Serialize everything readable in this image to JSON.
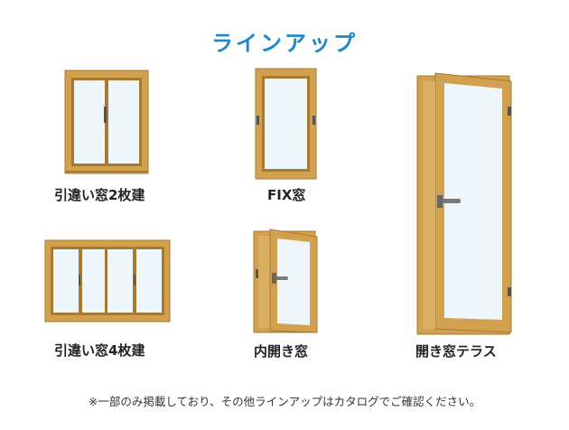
{
  "page": {
    "title": "ラインアップ",
    "note": "※一部のみ掲載しており、その他ラインアップはカタログでご確認ください。"
  },
  "colors": {
    "title": "#1f88c9",
    "frame": "#d2a14f",
    "frame_dark": "#a87a30",
    "glass": "#eef6fb",
    "handle": "#7a7a7a"
  },
  "products": [
    {
      "label": "引違い窓2枚建",
      "icon": "sliding-window-2-pane-icon"
    },
    {
      "label": "FIX窓",
      "icon": "fixed-window-icon"
    },
    {
      "label": "開き窓テラス",
      "icon": "terrace-casement-door-icon"
    },
    {
      "label": "引違い窓4枚建",
      "icon": "sliding-window-4-pane-icon"
    },
    {
      "label": "内開き窓",
      "icon": "inward-opening-window-icon"
    }
  ]
}
